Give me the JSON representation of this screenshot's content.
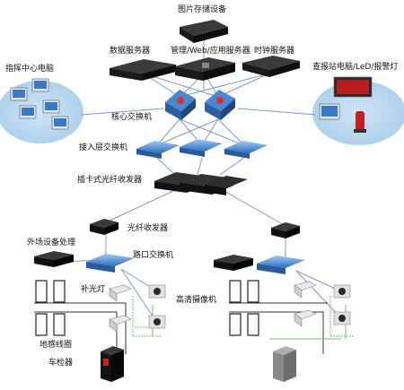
{
  "labels": {
    "storage": "图片存储设备",
    "data_server": "数据服务器",
    "mgmt_server": "管理/Web/应用服务器",
    "time_server": "时钟服务器",
    "command_center": "指挥中心电脑",
    "query_station": "查报站电脑/LeD/报警灯",
    "core_switch": "核心交换机",
    "access_switch": "接入层交换机",
    "card_transceiver": "插卡式光纤收发器",
    "fiber_transceiver": "光纤收发器",
    "field_processing": "外场设备处理",
    "crossing_switch": "路口交换机",
    "fill_light": "补光灯",
    "hd_camera": "高清摄像机",
    "ground_coil": "地感线圈",
    "vehicle_detector": "车检器"
  },
  "colors": {
    "device_dark": "#1e1e1e",
    "switch_blue": "#3d7fd0",
    "core_red": "#d83030",
    "link_blue": "#7b9cc6",
    "link_green": "#6cc46c",
    "coil_black": "#333333"
  },
  "icons": {
    "storage": "storage-box-icon",
    "server": "rack-server-icon",
    "workstation": "pc-group-icon",
    "led_board": "led-board-icon",
    "alarm_light": "alarm-light-icon",
    "camera": "hd-camera-icon",
    "light": "fill-light-icon",
    "detector": "vehicle-detector-icon"
  }
}
